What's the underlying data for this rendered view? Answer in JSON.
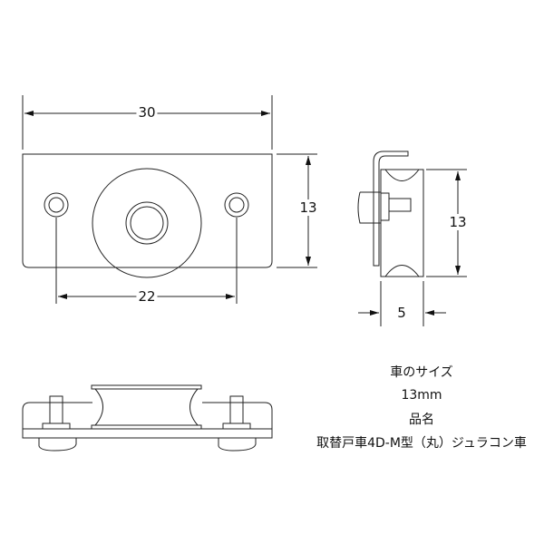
{
  "dimensions": {
    "width": "30",
    "height_front": "13",
    "hole_spacing": "22",
    "height_side": "13",
    "wheel_width": "5"
  },
  "info": {
    "size_label": "車のサイズ",
    "size_value": "13mm",
    "name_label": "品名",
    "name_value": "取替戸車4D-M型（丸）ジュラコン車"
  }
}
